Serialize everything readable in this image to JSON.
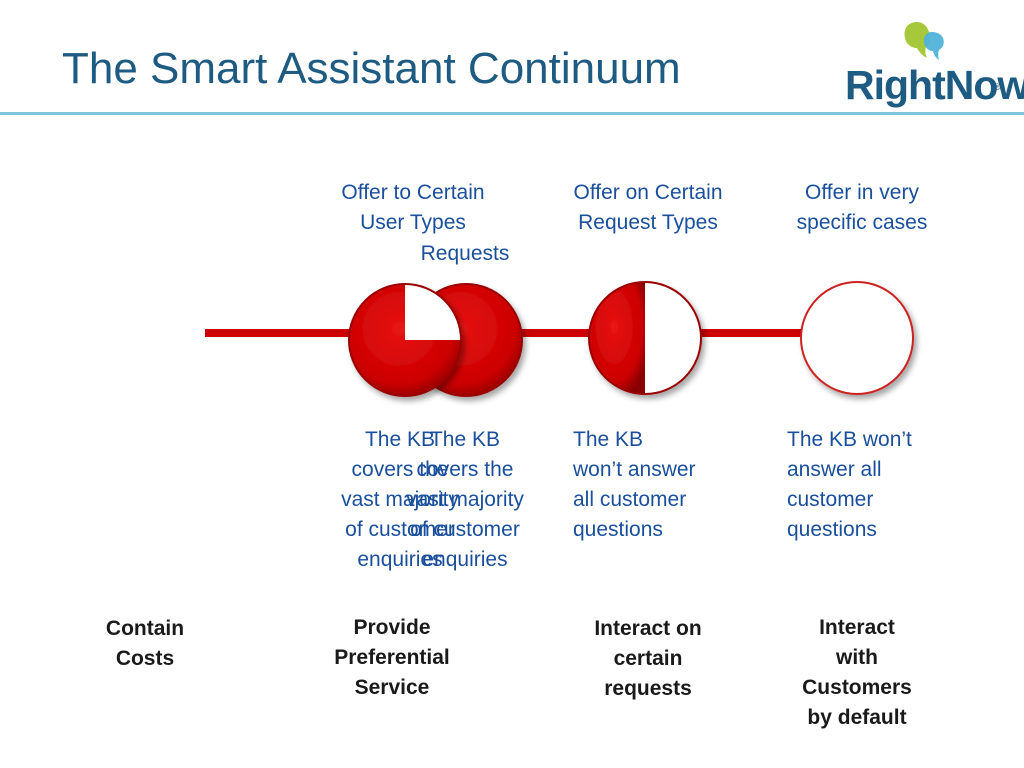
{
  "slide": {
    "title": "The Smart Assistant Continuum",
    "logo_text": "RightNow",
    "logo_mark": "®"
  },
  "top_labels": [
    {
      "lines": [
        "Offer to Certain",
        "User Types"
      ]
    },
    {
      "lines": [
        "Requests"
      ]
    },
    {
      "lines": [
        "Offer on Certain",
        "Request Types"
      ]
    },
    {
      "lines": [
        "Offer in very",
        "specific cases"
      ]
    }
  ],
  "kb_labels": [
    {
      "lines": [
        "The KB",
        "covers the",
        "vast majority",
        "of customer",
        "enquiries"
      ]
    },
    {
      "lines": [
        "The KB",
        "covers the",
        "vast majority",
        "of customer",
        "enquiries"
      ]
    },
    {
      "lines": [
        "The KB",
        "won’t answer",
        "all customer",
        "questions"
      ]
    },
    {
      "lines": [
        "The KB won’t",
        "answer all",
        "customer",
        "questions"
      ]
    }
  ],
  "bottom_labels": [
    {
      "lines": [
        "Contain",
        "Costs"
      ]
    },
    {
      "lines": [
        "Provide",
        "Preferential",
        "Service"
      ]
    },
    {
      "lines": [
        "Interact on",
        "certain",
        "requests"
      ]
    },
    {
      "lines": [
        "Interact",
        "with",
        "Customers",
        "by default"
      ]
    }
  ],
  "markers": [
    {
      "name": "three-quarter-marker",
      "filled_fraction": 0.75
    },
    {
      "name": "full-marker",
      "filled_fraction": 1.0
    },
    {
      "name": "half-marker",
      "filled_fraction": 0.5
    },
    {
      "name": "empty-marker",
      "filled_fraction": 0.0
    }
  ],
  "colors": {
    "title": "#1d5b82",
    "rule": "#7ec4dc",
    "line": "#cc0000",
    "fill": "#d00000",
    "label": "#1a4f9c",
    "bubble_green": "#a6c83a",
    "bubble_blue": "#4fb3d9"
  }
}
